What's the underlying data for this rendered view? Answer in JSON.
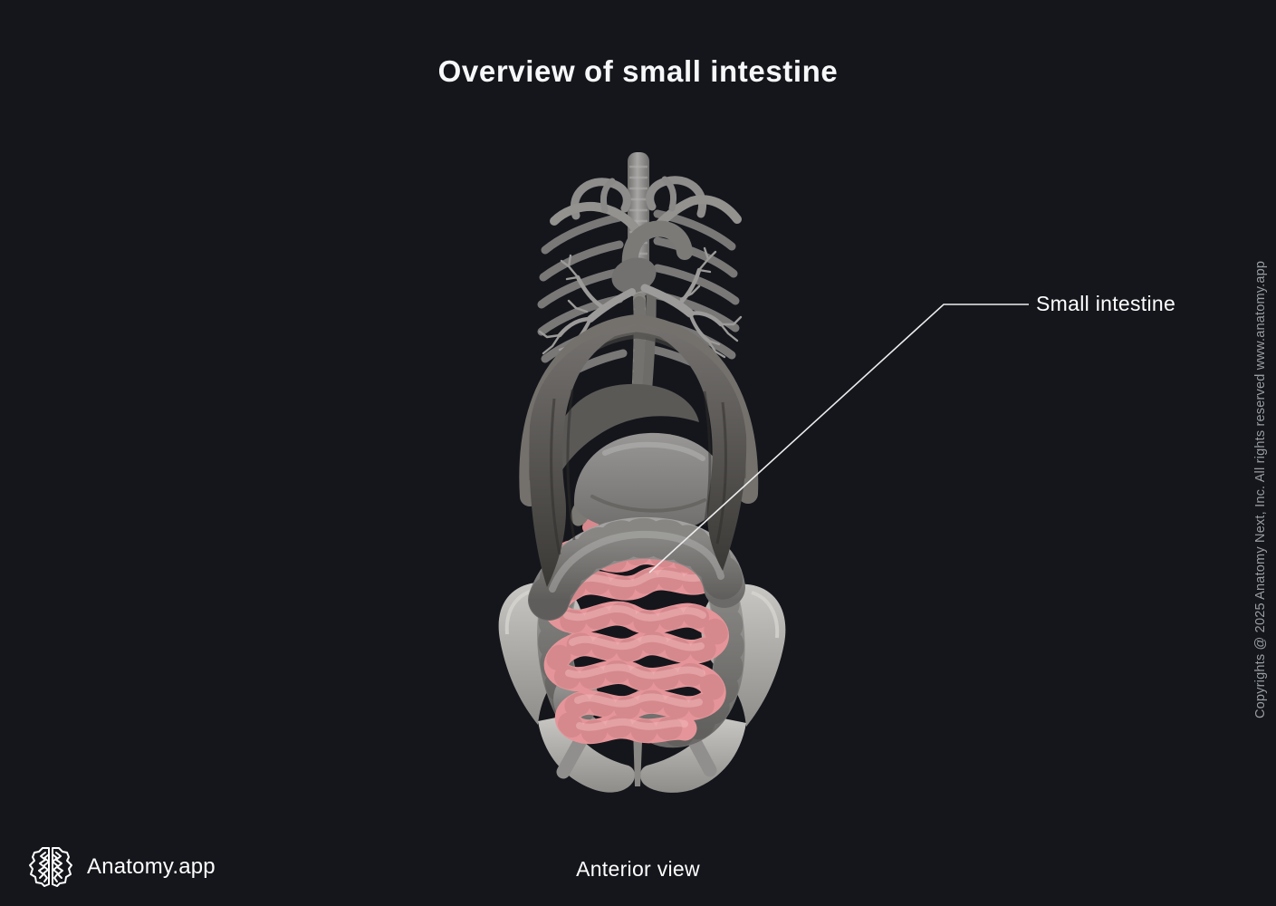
{
  "title": "Overview of small intestine",
  "label": {
    "text": "Small intestine"
  },
  "view": {
    "caption": "Anterior view"
  },
  "brand": {
    "name": "Anatomy.app",
    "logo_icon": "brain-icon"
  },
  "copyright": "Copyrights @ 2025 Anatomy Next, Inc. All rights reserved www.anatomy.app",
  "colors": {
    "background": "#14161b",
    "title_text": "#f7f8f9",
    "label_text": "#ffffff",
    "copyright_text": "#999da2",
    "leader_line": "#ededee",
    "highlight_small_intestine": "#e59599",
    "organ_gray": "#8d8c8a",
    "diaphragm_gray": "#55524e",
    "bone_gray": "#b3b1ad"
  },
  "illustration": {
    "highlighted_part": "small intestine",
    "visible_parts": [
      "trachea",
      "bronchial tree",
      "ribs",
      "aorta and great vessels",
      "diaphragm",
      "liver",
      "stomach",
      "duodenum",
      "transverse colon",
      "ascending colon",
      "descending colon",
      "sigmoid colon",
      "small intestine",
      "pelvis",
      "sacrum",
      "femoral stubs"
    ]
  }
}
